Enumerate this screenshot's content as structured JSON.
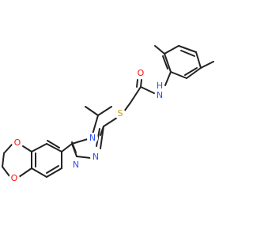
{
  "molecule": {
    "atoms": [
      {
        "id": "O_carbonyl",
        "symbol": "O",
        "color": "#ff0d0d"
      },
      {
        "id": "N_amide",
        "symbol": "N",
        "color": "#3050f8"
      },
      {
        "id": "H_amide",
        "symbol": "H",
        "color": "#3050f8"
      },
      {
        "id": "S_thioether",
        "symbol": "S",
        "color": "#c8a000"
      },
      {
        "id": "N_triazole_4",
        "symbol": "N",
        "color": "#3050f8"
      },
      {
        "id": "N_triazole_1",
        "symbol": "N",
        "color": "#3050f8"
      },
      {
        "id": "N_triazole_2",
        "symbol": "N",
        "color": "#3050f8"
      },
      {
        "id": "O_dioxepine_upper",
        "symbol": "O",
        "color": "#ff0d0d"
      },
      {
        "id": "O_dioxepine_lower",
        "symbol": "O",
        "color": "#ff0d0d"
      }
    ]
  }
}
